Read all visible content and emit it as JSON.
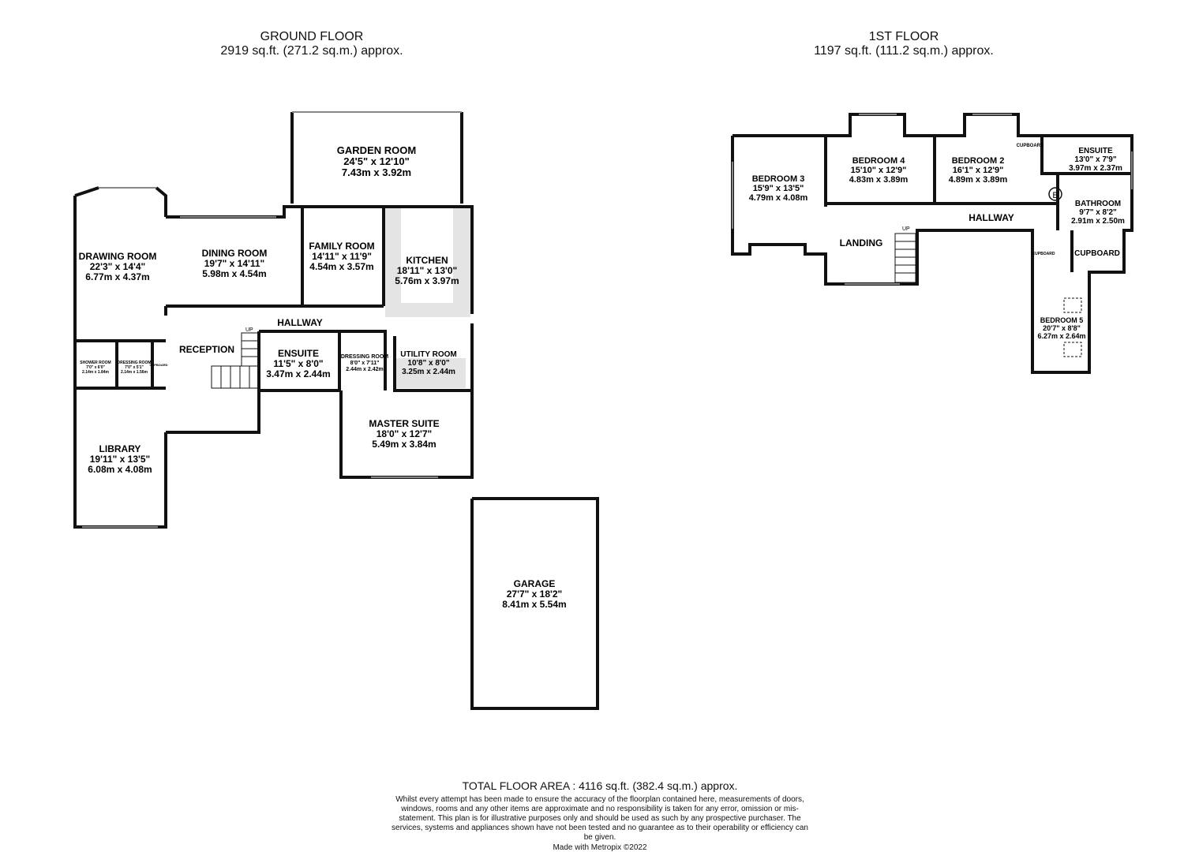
{
  "ground_floor": {
    "title": "GROUND FLOOR",
    "area": "2919 sq.ft. (271.2 sq.m.) approx."
  },
  "first_floor": {
    "title": "1ST FLOOR",
    "area": "1197 sq.ft. (111.2 sq.m.) approx."
  },
  "footer": {
    "total": "TOTAL FLOOR AREA : 4116 sq.ft. (382.4 sq.m.) approx.",
    "disclaimer": "Whilst every attempt has been made to ensure the accuracy of the floorplan contained here, measurements of doors, windows, rooms and any other items are approximate and no responsibility is taken for any error, omission or mis-statement. This plan is for illustrative purposes only and should be used as such by any prospective purchaser. The services, systems and appliances shown have not been tested and no guarantee as to their operability or efficiency can be given.",
    "credit": "Made with Metropix ©2022"
  },
  "rooms": {
    "garden_room": {
      "name": "GARDEN ROOM",
      "imperial": "24'5\"  x 12'10\"",
      "metric": "7.43m  x 3.92m"
    },
    "drawing_room": {
      "name": "DRAWING ROOM",
      "imperial": "22'3\"  x 14'4\"",
      "metric": "6.77m  x 4.37m"
    },
    "dining_room": {
      "name": "DINING ROOM",
      "imperial": "19'7\"  x 14'11\"",
      "metric": "5.98m  x 4.54m"
    },
    "family_room": {
      "name": "FAMILY ROOM",
      "imperial": "14'11\"  x 11'9\"",
      "metric": "4.54m  x 3.57m"
    },
    "kitchen": {
      "name": "KITCHEN",
      "imperial": "18'11\"  x 13'0\"",
      "metric": "5.76m  x 3.97m"
    },
    "hallway_gf": {
      "name": "HALLWAY"
    },
    "reception": {
      "name": "RECEPTION"
    },
    "shower_room": {
      "name": "SHOWER ROOM",
      "imperial": "7'0\" x 6'0\"",
      "metric": "2.14m x 1.84m"
    },
    "dressing_room_small": {
      "name": "DRESSING ROOM",
      "imperial": "7'0\" x 5'1\"",
      "metric": "2.14m x 1.56m"
    },
    "cupboard_gf": {
      "name": "CUPBOARD"
    },
    "ensuite_gf": {
      "name": "ENSUITE",
      "imperial": "11'5\"  x 8'0\"",
      "metric": "3.47m  x 2.44m"
    },
    "dressing_room": {
      "name": "DRESSING ROOM",
      "imperial": "8'0\"  x 7'11\"",
      "metric": "2.44m  x 2.42m"
    },
    "utility_room": {
      "name": "UTILITY ROOM",
      "imperial": "10'8\"  x 8'0\"",
      "metric": "3.25m  x 2.44m"
    },
    "master_suite": {
      "name": "MASTER SUITE",
      "imperial": "18'0\"  x 12'7\"",
      "metric": "5.49m  x 3.84m"
    },
    "library": {
      "name": "LIBRARY",
      "imperial": "19'11\"  x 13'5\"",
      "metric": "6.08m  x 4.08m"
    },
    "garage": {
      "name": "GARAGE",
      "imperial": "27'7\"  x 18'2\"",
      "metric": "8.41m  x 5.54m"
    },
    "bedroom_3": {
      "name": "BEDROOM 3",
      "imperial": "15'9\"  x 13'5\"",
      "metric": "4.79m  x 4.08m"
    },
    "bedroom_4": {
      "name": "BEDROOM 4",
      "imperial": "15'10\"  x 12'9\"",
      "metric": "4.83m  x 3.89m"
    },
    "bedroom_2": {
      "name": "BEDROOM 2",
      "imperial": "16'1\"  x 12'9\"",
      "metric": "4.89m  x 3.89m"
    },
    "ensuite_ff": {
      "name": "ENSUITE",
      "imperial": "13'0\"  x 7'9\"",
      "metric": "3.97m  x 2.37m"
    },
    "bathroom": {
      "name": "BATHROOM",
      "imperial": "9'7\"  x 8'2\"",
      "metric": "2.91m  x 2.50m"
    },
    "hallway_ff": {
      "name": "HALLWAY"
    },
    "landing": {
      "name": "LANDING"
    },
    "cupboard_ff": {
      "name": "CUPBOARD"
    },
    "cupboard_ff_small_1": {
      "name": "CUPBOARD"
    },
    "cupboard_ff_small_2": {
      "name": "CUPBOARD"
    },
    "bedroom_5": {
      "name": "BEDROOM 5",
      "imperial": "20'7\"  x 8'8\"",
      "metric": "6.27m  x 2.64m"
    }
  },
  "stairs": {
    "up_label": "UP"
  },
  "boiler": {
    "label": "B"
  },
  "colors": {
    "wall": "#111111",
    "fitted": "#e4e4e4",
    "window": "#888888"
  }
}
